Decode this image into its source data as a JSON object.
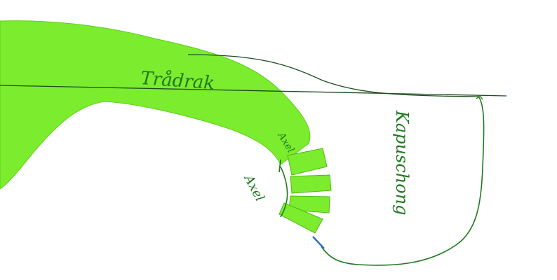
{
  "labels": {
    "thread_line": "Trådrak",
    "axel_upper": "Axel",
    "axel_lower": "Axel",
    "hood_piece": "Kapuschong"
  },
  "colors": {
    "paper_green": "#7cec2e",
    "ink_green": "#1f7a1f",
    "line_dark": "#1e4d1e",
    "blue_mark": "#2a6fd6",
    "background": "#ffffff"
  }
}
